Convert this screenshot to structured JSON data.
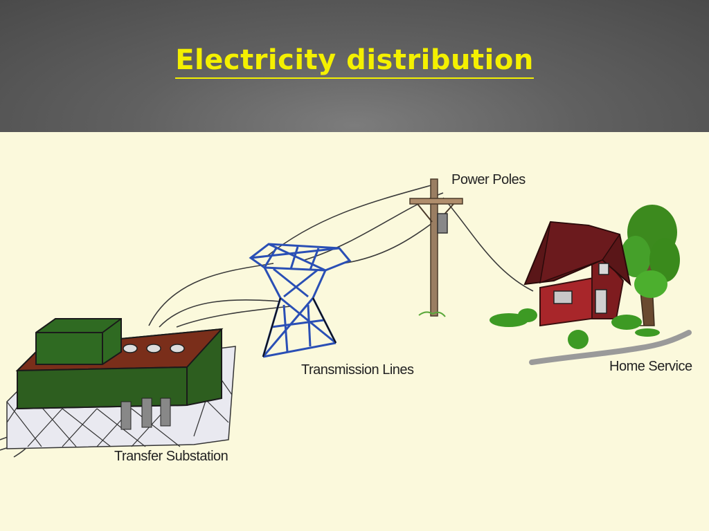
{
  "title": "Electricity distribution",
  "labels": {
    "power_poles": "Power Poles",
    "transmission_lines": "Transmission Lines",
    "home_service": "Home Service",
    "transfer_substation": "Transfer Substation"
  },
  "colors": {
    "title": "#f4f000",
    "background": "#fbf9dc",
    "substation": "#2d5e1f",
    "tower": "#2a4fb5",
    "house": "#a8262a",
    "roof": "#5a1618",
    "tree": "#3c8a1e",
    "pole": "#8a6a4a"
  }
}
